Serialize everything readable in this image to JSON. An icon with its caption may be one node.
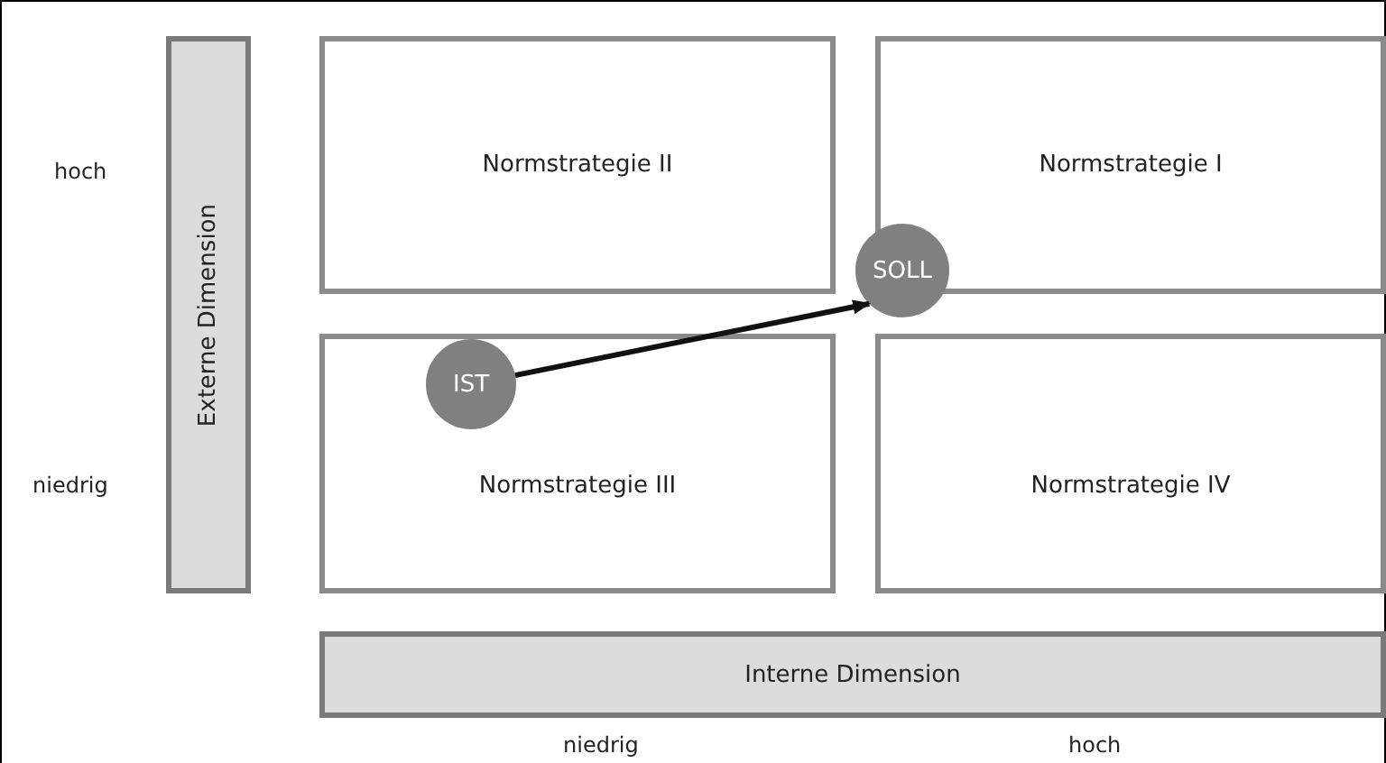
{
  "diagram": {
    "nodes": [
      {
        "text": [
          "Externe Dimension"
        ]
      },
      {
        "text": [
          "Normstrategie II"
        ]
      },
      {
        "text": [
          "Normstrategie I"
        ]
      },
      {
        "text": [
          "SOLL"
        ]
      },
      {
        "text": [
          "Normstrategie III"
        ]
      },
      {
        "text": [
          "IST"
        ],
        "in": 4
      },
      {
        "text": [
          "Normstrategie IV"
        ]
      },
      {
        "text": [
          "Interne Dimension"
        ]
      }
    ],
    "edges": [
      {
        "from": 5,
        "to": 3,
        "arrow": "to"
      }
    ],
    "labels": [
      "hoch",
      "niedrig",
      "niedrig",
      "hoch"
    ]
  }
}
